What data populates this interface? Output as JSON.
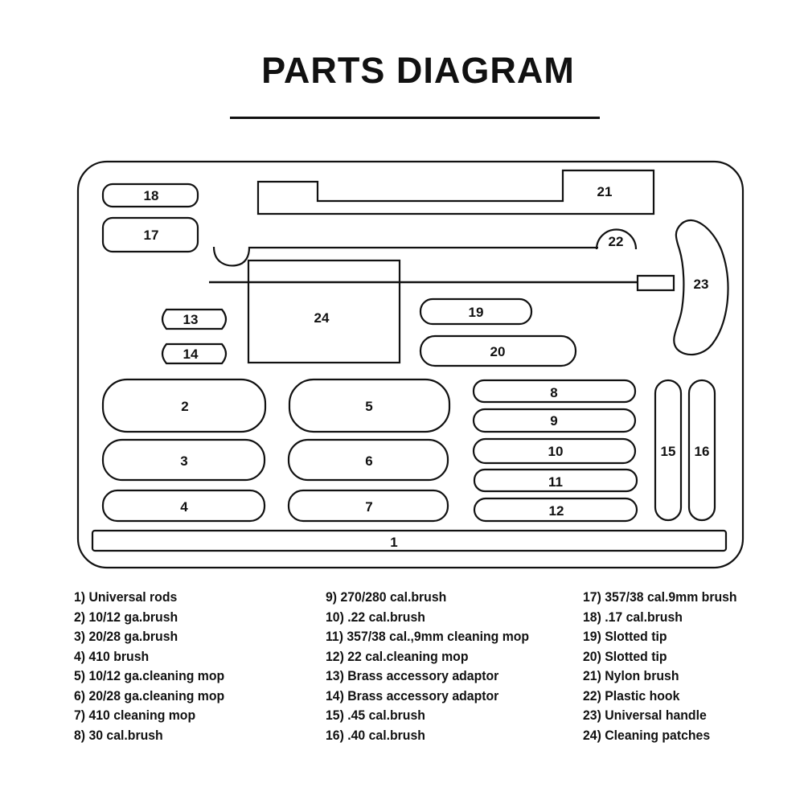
{
  "title": "PARTS DIAGRAM",
  "slots": {
    "s1": "1",
    "s2": "2",
    "s3": "3",
    "s4": "4",
    "s5": "5",
    "s6": "6",
    "s7": "7",
    "s8": "8",
    "s9": "9",
    "s10": "10",
    "s11": "11",
    "s12": "12",
    "s13": "13",
    "s14": "14",
    "s15": "15",
    "s16": "16",
    "s17": "17",
    "s18": "18",
    "s19": "19",
    "s20": "20",
    "s21": "21",
    "s22": "22",
    "s23": "23",
    "s24": "24"
  },
  "legend": {
    "col1": [
      "1) Universal rods",
      "2) 10/12 ga.brush",
      "3) 20/28 ga.brush",
      "4)  410 brush",
      "5) 10/12 ga.cleaning mop",
      "6) 20/28 ga.cleaning mop",
      "7)  410 cleaning mop",
      "8) 30 cal.brush"
    ],
    "col2": [
      "9) 270/280 cal.brush",
      "10) .22 cal.brush",
      "11) 357/38 cal.,9mm cleaning mop",
      "12) 22 cal.cleaning mop",
      "13) Brass accessory adaptor",
      "14) Brass accessory adaptor",
      "15) .45 cal.brush",
      "16) .40 cal.brush"
    ],
    "col3": [
      "17) 357/38 cal.9mm brush",
      "18) .17 cal.brush",
      "19) Slotted tip",
      "20) Slotted tip",
      "21) Nylon brush",
      "22) Plastic hook",
      "23) Universal handle",
      "24) Cleaning patches"
    ]
  }
}
